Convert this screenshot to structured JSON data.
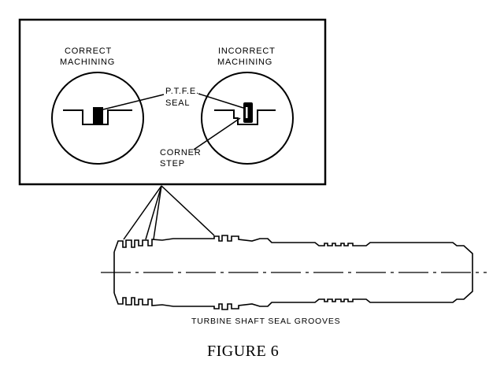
{
  "callout": {
    "correct_line1": "CORRECT",
    "correct_line2": "MACHINING",
    "incorrect_line1": "INCORRECT",
    "incorrect_line2": "MACHINING",
    "seal_line1": "P.T.F.E.",
    "seal_line2": "SEAL",
    "step_line1": "CORNER",
    "step_line2": "STEP"
  },
  "caption": "TURBINE SHAFT SEAL GROOVES",
  "figure_label": "FIGURE 6"
}
